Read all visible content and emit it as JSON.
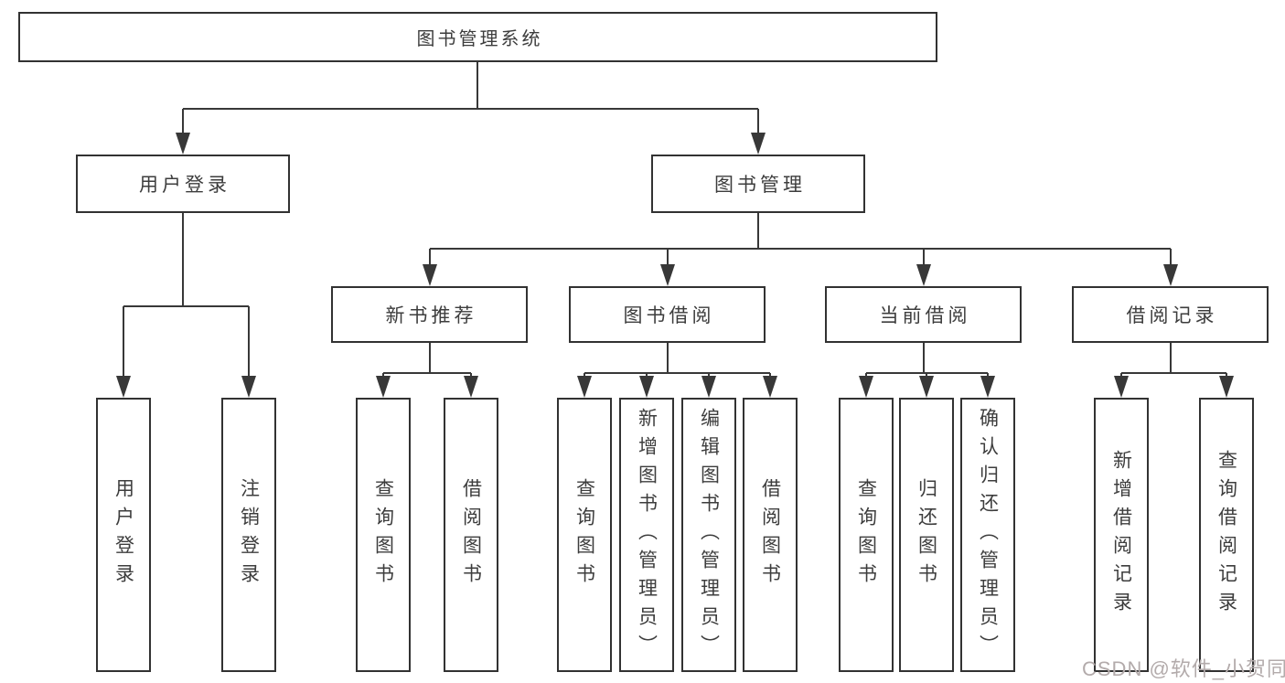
{
  "diagram_title": "图书管理系统",
  "colors": {
    "line": "#383838",
    "box_border": "#323232",
    "text": "#3d3d3d",
    "watermark_text": "#b3abab",
    "background": "#ffffff"
  },
  "nodes": {
    "root": {
      "label": "图书管理系统"
    },
    "user_login": {
      "label": "用户登录"
    },
    "book_mgmt": {
      "label": "图书管理"
    },
    "new_book_rec": {
      "label": "新书推荐"
    },
    "book_borrowing": {
      "label": "图书借阅"
    },
    "current_borrowing": {
      "label": "当前借阅"
    },
    "borrowing_records": {
      "label": "借阅记录"
    },
    "leaf_login": {
      "label": "用户登录"
    },
    "leaf_logout": {
      "label": "注销登录"
    },
    "rec_query_books": {
      "label": "查询图书"
    },
    "rec_borrow_books": {
      "label": "借阅图书"
    },
    "bor_query_books": {
      "label": "查询图书"
    },
    "bor_add_books": {
      "label": "新增图书（管理员）"
    },
    "bor_edit_books": {
      "label": "编辑图书（管理员）"
    },
    "bor_borrow_books": {
      "label": "借阅图书"
    },
    "cur_query_books": {
      "label": "查询图书"
    },
    "cur_return_books": {
      "label": "归还图书"
    },
    "cur_confirm_return": {
      "label": "确认归还（管理员）"
    },
    "hist_add_record": {
      "label": "新增借阅记录"
    },
    "hist_query_record": {
      "label": "查询借阅记录"
    }
  },
  "watermark": "CSDN @软件_小贺同学"
}
